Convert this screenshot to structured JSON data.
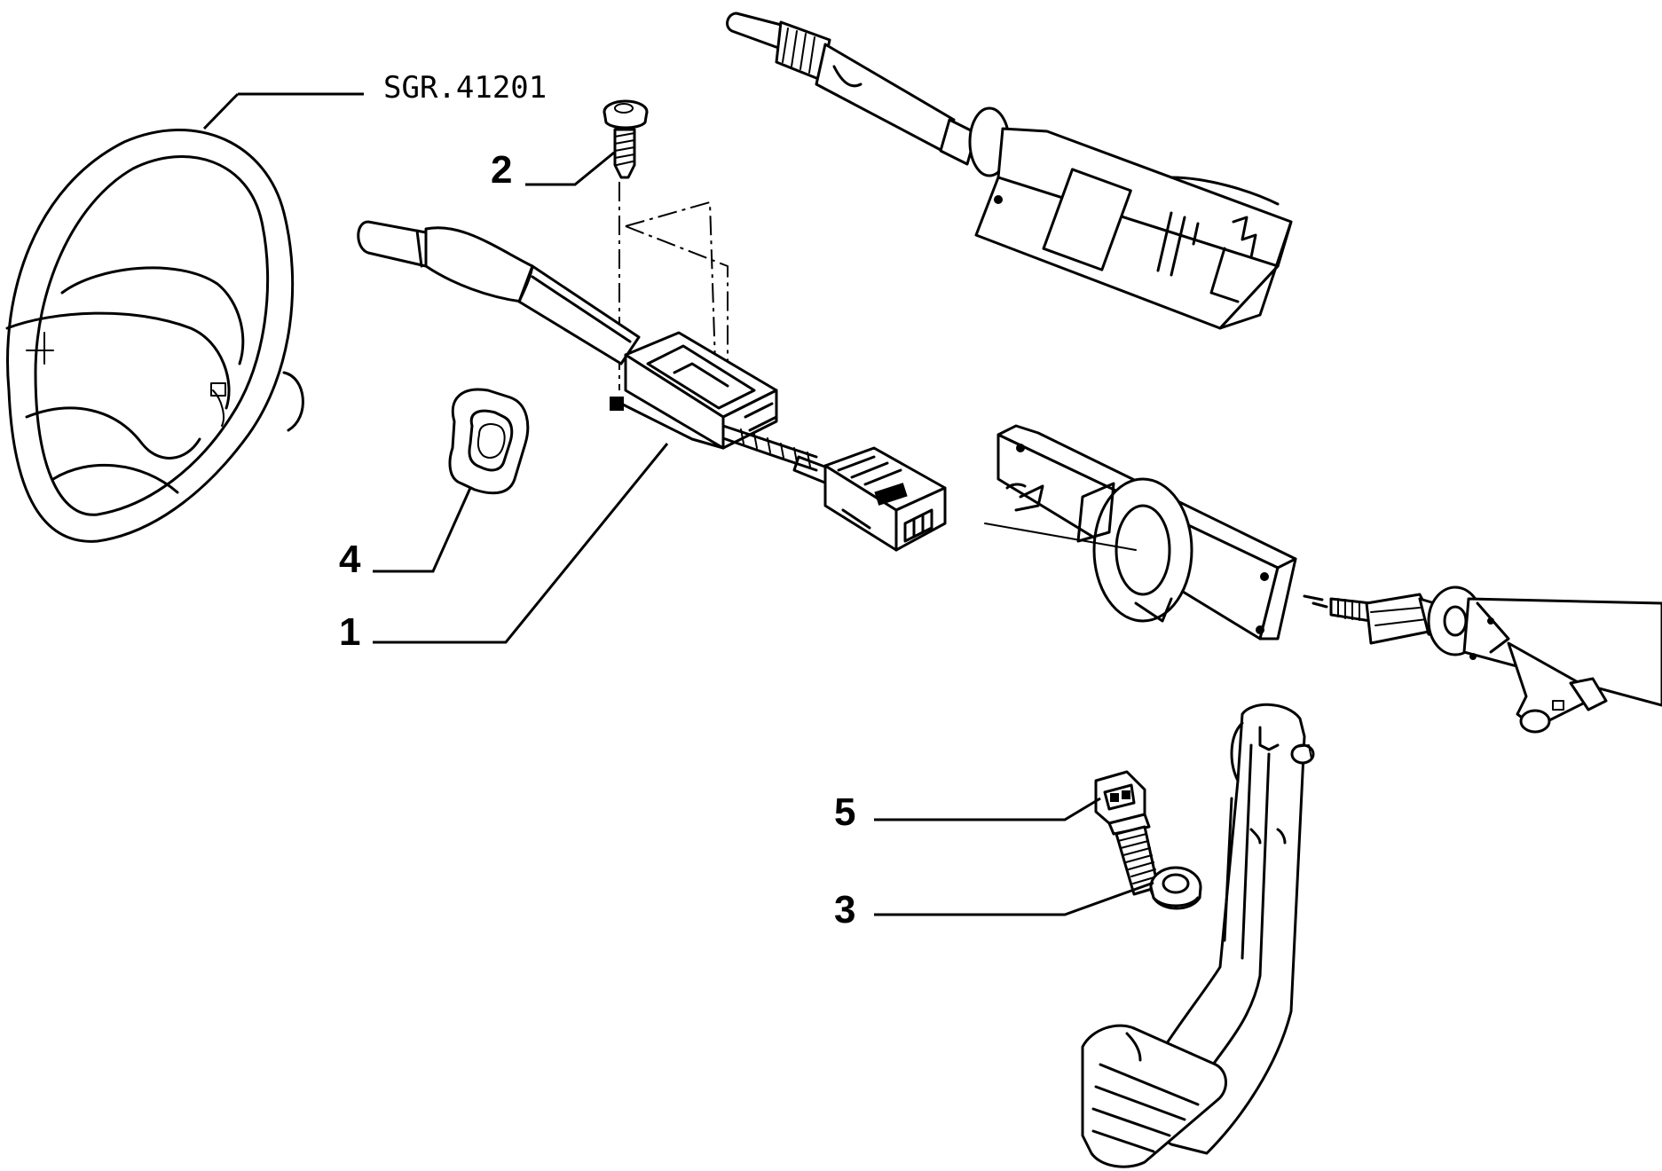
{
  "drawing": {
    "reference": "SGR.41201"
  },
  "callouts": [
    {
      "label": "1",
      "part": "stalk-switch"
    },
    {
      "label": "2",
      "part": "screw"
    },
    {
      "label": "3",
      "part": "grommet"
    },
    {
      "label": "4",
      "part": "gasket"
    },
    {
      "label": "5",
      "part": "pedal-switch"
    }
  ],
  "colors": {
    "line": "#000000",
    "background": "#ffffff"
  }
}
